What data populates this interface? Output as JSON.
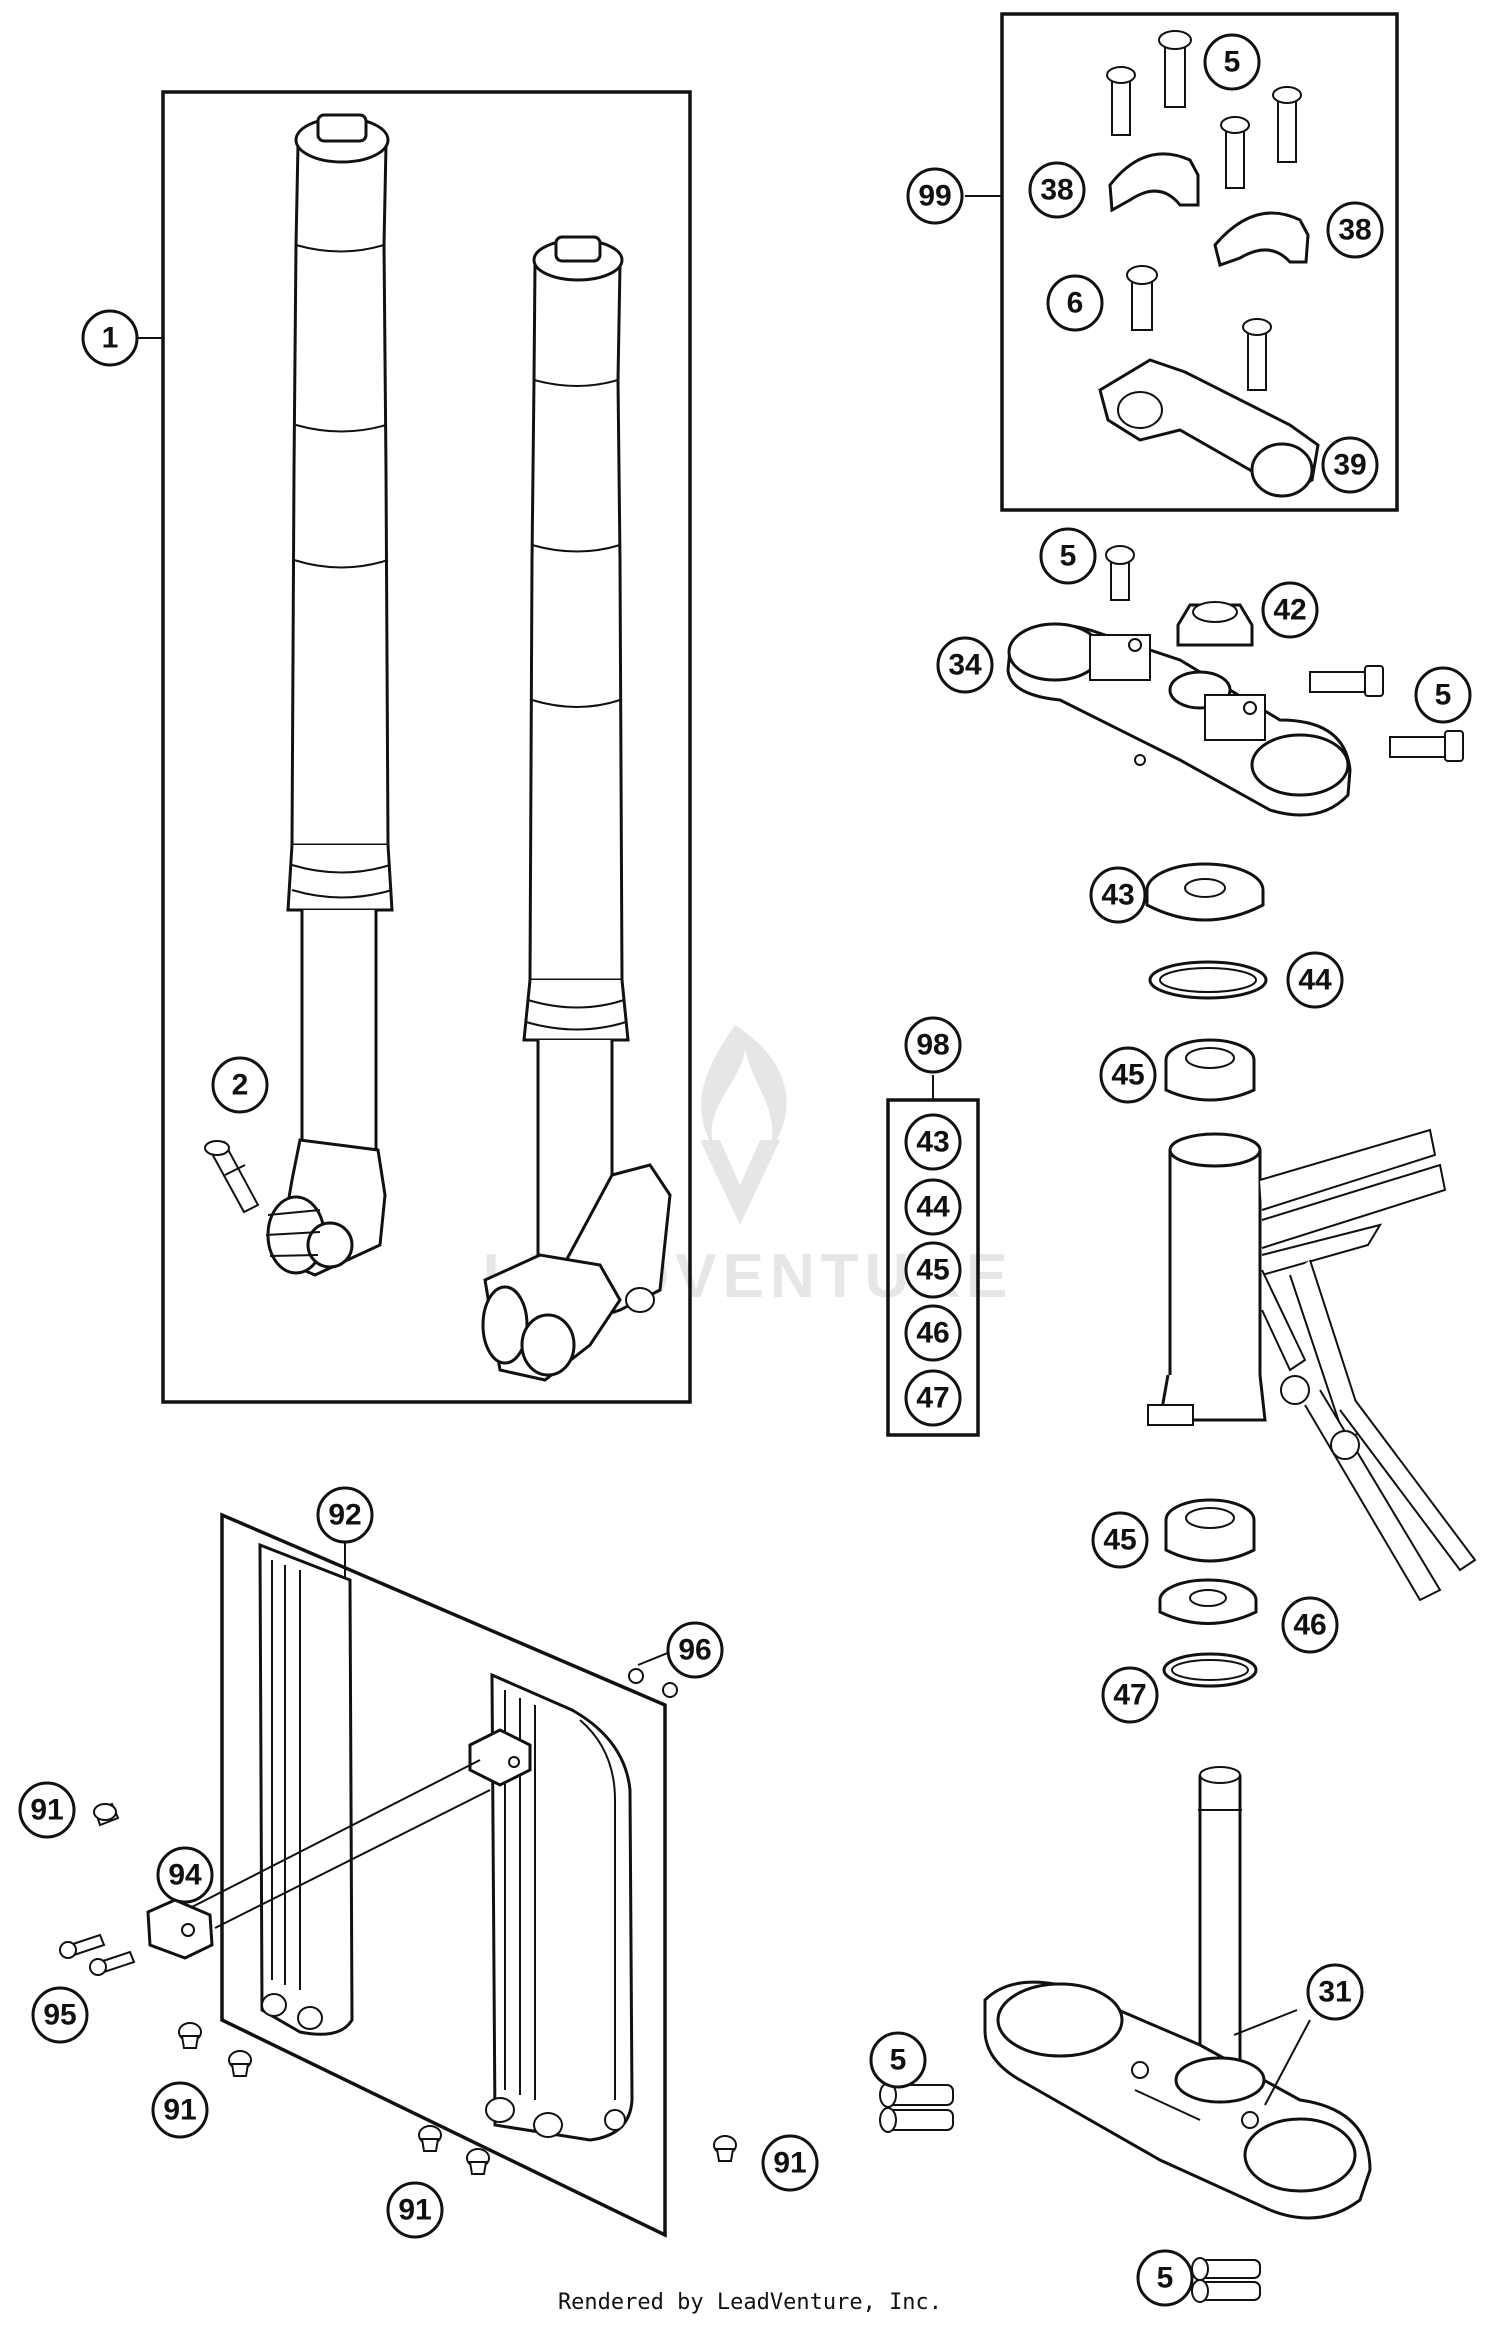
{
  "footer": {
    "credit": "Rendered by LeadVenture, Inc."
  },
  "watermark": {
    "text": "LEADVENTURE"
  },
  "colors": {
    "line": "#111111",
    "fill": "#ffffff",
    "watermark": "#e6e6e6"
  },
  "callouts": {
    "fork_assembly": "1",
    "fork_screw": "2",
    "clamp_kit": "99",
    "kit_screw_top": "5",
    "kit_clamp_left": "38",
    "kit_clamp_right": "38",
    "kit_screw_mid": "6",
    "kit_bridge": "39",
    "top_bolt": "5",
    "top_nut": "42",
    "top_clamp": "34",
    "top_side_bolt": "5",
    "washer_top": "43",
    "oring_top": "44",
    "bearing_top": "45",
    "bearing_kit": "98",
    "kit_list": [
      "43",
      "44",
      "45",
      "46",
      "47"
    ],
    "bearing_lower": "45",
    "washer_lower": "46",
    "oring_lower": "47",
    "steering_stem": "31",
    "stem_bolt_upper": "5",
    "stem_bolt_lower": "5",
    "guard_kit": "92",
    "guard_nut": "96",
    "guard_screw_left": "91",
    "guard_clip": "94",
    "guard_screw_clip": "95",
    "guard_screw_bottom_left": "91",
    "guard_screw_bottom_mid": "91",
    "guard_screw_bottom_right": "91"
  }
}
